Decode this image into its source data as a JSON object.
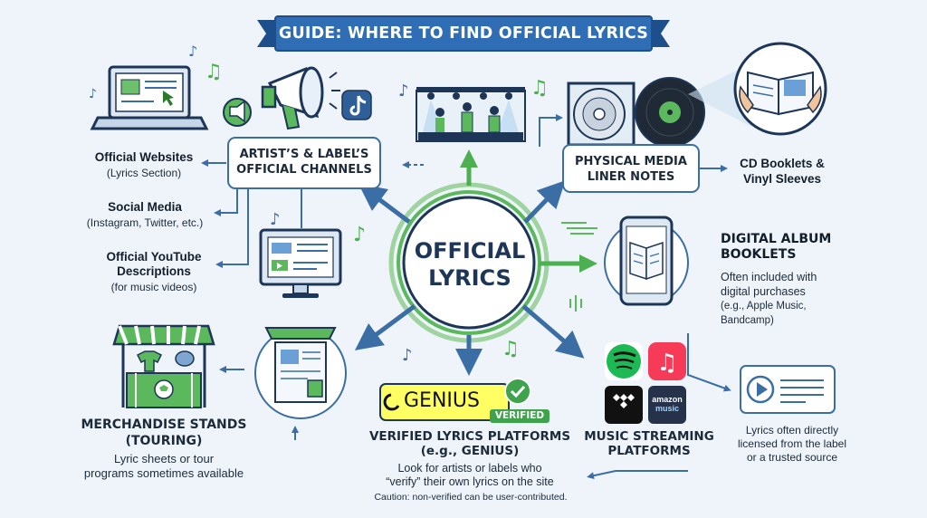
{
  "banner": {
    "title": "GUIDE: WHERE TO FIND OFFICIAL LYRICS"
  },
  "center": {
    "line1": "OFFICIAL",
    "line2": "LYRICS"
  },
  "artist_channels": {
    "title_line1": "ARTIST’S & LABEL’S",
    "title_line2": "OFFICIAL CHANNELS",
    "websites_title": "Official Websites",
    "websites_note": "(Lyrics Section)",
    "social_title": "Social Media",
    "social_note": "(Instagram, Twitter, etc.)",
    "youtube_title_line1": "Official YouTube",
    "youtube_title_line2": "Descriptions",
    "youtube_note": "(for music videos)"
  },
  "physical_media": {
    "title_line1": "PHYSICAL MEDIA",
    "title_line2": "LINER NOTES",
    "detail_line1": "CD Booklets &",
    "detail_line2": "Vinyl Sleeves"
  },
  "digital_booklets": {
    "title_line1": "DIGITAL ALBUM",
    "title_line2": "BOOKLETS",
    "desc_line1": "Often included with",
    "desc_line2": "digital purchases",
    "desc_line3": "(e.g., Apple Music,",
    "desc_line4": "Bandcamp)"
  },
  "streaming": {
    "title_line1": "MUSIC STREAMING",
    "title_line2": "PLATFORMS",
    "note_line1": "Lyrics often directly",
    "note_line2": "licensed from the label",
    "note_line3": "or a trusted source",
    "amazon_line1": "amazon",
    "amazon_line2": "music"
  },
  "verified_platforms": {
    "logo_text": "GENIUS",
    "badge": "VERIFIED",
    "title_line1": "VERIFIED LYRICS PLATFORMS",
    "title_line2": "(e.g., GENIUS)",
    "desc_line1": "Look for artists or labels who",
    "desc_line2": "“verify” their own lyrics on the site",
    "caution": "Caution: non-verified can be user-contributed."
  },
  "merch": {
    "title_line1": "MERCHANDISE STANDS",
    "title_line2": "(TOURING)",
    "desc_line1": "Lyric sheets or tour",
    "desc_line2": "programs sometimes available"
  },
  "colors": {
    "navy": "#1d3557",
    "blue": "#3a6ea5",
    "green": "#5cb85c",
    "banner": "#2f6db5",
    "genius_yellow": "#ffff64"
  }
}
